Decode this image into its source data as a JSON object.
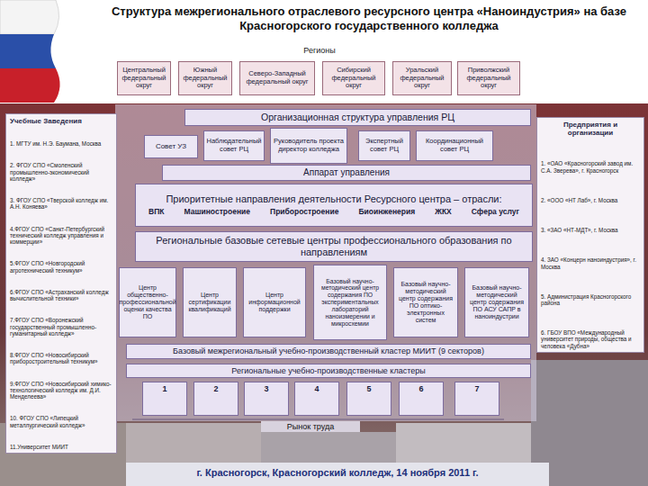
{
  "diagram": {
    "title": "Структура межрегионального отраслевого ресурсного центра «Наноиндустрия» на базе Красногорского государственного колледжа",
    "caption": "г. Красногорск, Красногорский колледж, 14 ноября 2011 г.",
    "nodes": [
      {
        "text": [
          "Центральный федеральный округ"
        ]
      },
      {
        "text": [
          "Южный федеральный округ"
        ]
      },
      {
        "text": [
          "Северо-Западный федеральный округ"
        ]
      },
      {
        "text": [
          "Сибирский федеральный округ"
        ]
      },
      {
        "text": [
          "Уральский федеральный округ"
        ]
      },
      {
        "text": [
          "Приволжский федеральный округ"
        ]
      },
      {
        "text": [
          "Учебные Заведения",
          "1. МГТУ им. Н.Э. Баумана, Москва",
          "2. ФГОУ СПО «Смоленский промышленно-экономический колледж»",
          "3. ФГОУ СПО «Тверской колледж им. А.Н. Коняева»",
          "4.ФГОУ СПО «Санкт-Петербургский технический колледж управления и коммерции»",
          "5.ФГОУ СПО «Новгородский агротехнический техникум»",
          "6.ФГОУ СПО «Астраханский колледж вычислительной техники»",
          "7.ФГОУ СПО «Воронежский государственный промышленно-гуманитарный колледж»",
          "8.ФГОУ СПО «Новосибирский приборостроительный техникум»",
          "9.ФГОУ СПО «Новосибирский химико-технологический колледж им. Д.И. Менделеева»",
          "10. ФГОУ СПО «Липецкий металлургический колледж»",
          "11.Университет МИИТ"
        ]
      },
      {
        "text": [
          "Организационная структура управления РЦ"
        ]
      },
      {
        "text": [
          "Совет УЗ"
        ]
      },
      {
        "text": [
          "Наблюдательный совет РЦ"
        ]
      },
      {
        "text": [
          "Руководитель проекта директор колледжа"
        ]
      },
      {
        "text": [
          "Экспертный совет РЦ"
        ]
      },
      {
        "text": [
          "Координационный совет РЦ"
        ]
      },
      {
        "text": [
          "Предприятия и организации",
          "1. «ОАО «Красногорский завод им. С.А. Зверева», г. Красногорск",
          "2. «ООО «НТ Лаб», г. Москва",
          "3. «ЗАО «НТ-МДТ», г. Москва",
          "4. ЗАО «Концерн наноиндустрия», г. Москва",
          "5. Администрация Красногорского района",
          "6. ГБОУ ВПО «Международный университет природы, общества и человека «Дубна»"
        ]
      },
      {
        "text": [
          "Аппарат управления"
        ]
      },
      {
        "text": [
          "Приоритетные направления деятельности Ресурсного центра – отрасли:",
          "ВПК",
          "Машиностроение",
          "Приборостроение",
          "Биоинженерия",
          "ЖКХ",
          "Сфера услуг"
        ]
      },
      {
        "text": [
          "Региональные базовые сетевые центры профессионального образования по направлениям"
        ]
      },
      {
        "text": [
          "Центр общественно-профессиональной оценки качества ПО"
        ]
      },
      {
        "text": [
          "Центр сертификации квалификаций"
        ]
      },
      {
        "text": [
          "Центр информационной поддержки"
        ]
      },
      {
        "text": [
          "Базовый научно-методический центр содержания ПО экспериментальных лабораторий наноизмерении и микросхемии"
        ]
      },
      {
        "text": [
          "Базовый научно-методический центр содержания ПО оптико-электронных систем"
        ]
      },
      {
        "text": [
          "Базовый научно-методический центр содержания ПО АСУ САПР в наноиндустрии"
        ]
      },
      {
        "text": [
          "Базовый межрегиональный учебно-производственный кластер МИИТ (9 секторов)"
        ]
      },
      {
        "text": [
          "Региональные учебно-производственные кластеры"
        ]
      },
      {
        "text": [
          "1"
        ]
      },
      {
        "text": [
          "2"
        ]
      },
      {
        "text": [
          "3"
        ]
      },
      {
        "text": [
          "4"
        ]
      },
      {
        "text": [
          "5"
        ]
      },
      {
        "text": [
          "6"
        ]
      },
      {
        "text": [
          "7"
        ]
      }
    ],
    "labels": [
      "Регионы",
      "Рынок труда"
    ]
  }
}
